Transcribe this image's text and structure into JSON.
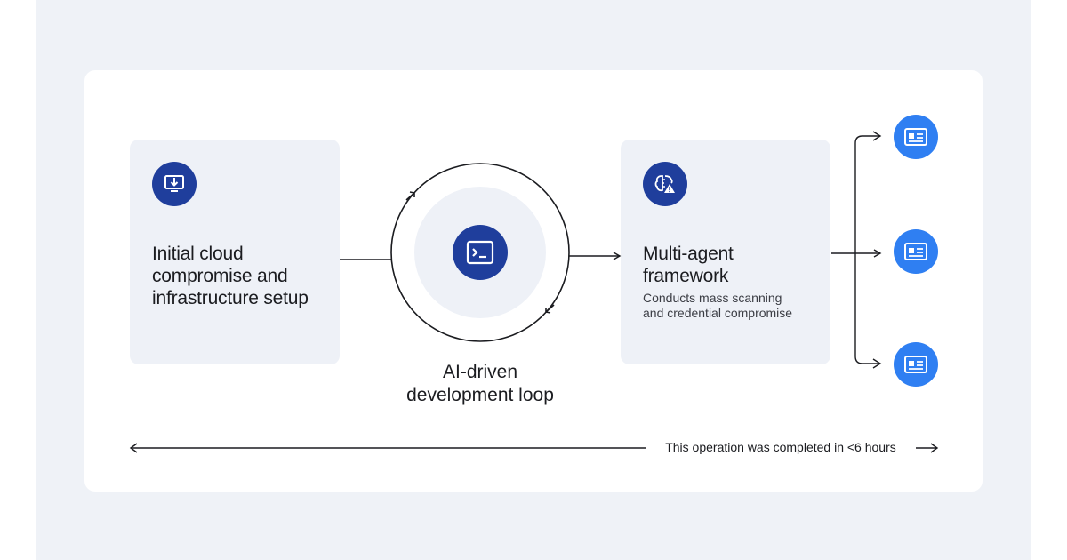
{
  "diagram": {
    "initial_box": {
      "title_line1": "Initial cloud",
      "title_line2": "compromise and",
      "title_line3": "infrastructure setup",
      "icon": "download-to-computer-icon"
    },
    "loop": {
      "label_line1": "AI-driven",
      "label_line2": "development loop",
      "icon": "terminal-icon"
    },
    "multi_agent_box": {
      "title_line1": "Multi-agent",
      "title_line2": "framework",
      "sub_line1": "Conducts mass scanning",
      "sub_line2": "and credential compromise",
      "icon": "brain-warning-icon"
    },
    "targets": [
      {
        "icon": "id-card-icon"
      },
      {
        "icon": "id-card-icon"
      },
      {
        "icon": "id-card-icon"
      }
    ],
    "timeline": {
      "text": "This operation was completed in <6 hours"
    },
    "colors": {
      "page_bg": "#eff2f7",
      "card_bg": "#ffffff",
      "box_bg": "#eef1f7",
      "icon_navy": "#1f3e9c",
      "target_blue": "#2f7ff2",
      "line": "#1b1c20"
    }
  }
}
